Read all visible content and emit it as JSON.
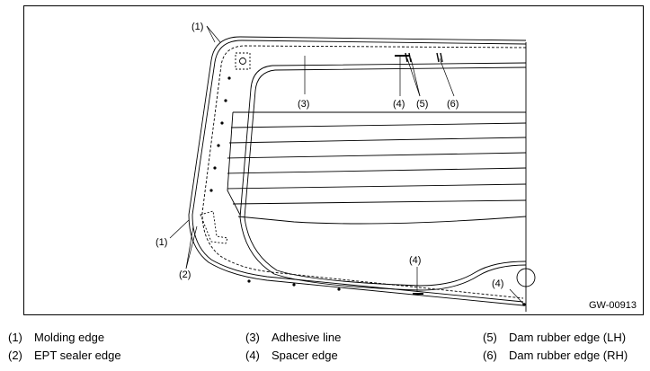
{
  "figure_code": "GW-00913",
  "callouts": {
    "c1": "(1)",
    "c2": "(2)",
    "c3": "(3)",
    "c4": "(4)",
    "c5": "(5)",
    "c6": "(6)"
  },
  "legend": [
    {
      "num": "(1)",
      "label": "Molding edge"
    },
    {
      "num": "(2)",
      "label": "EPT sealer edge"
    },
    {
      "num": "(3)",
      "label": "Adhesive line"
    },
    {
      "num": "(4)",
      "label": "Spacer edge"
    },
    {
      "num": "(5)",
      "label": "Dam rubber edge (LH)"
    },
    {
      "num": "(6)",
      "label": "Dam rubber edge (RH)"
    }
  ]
}
